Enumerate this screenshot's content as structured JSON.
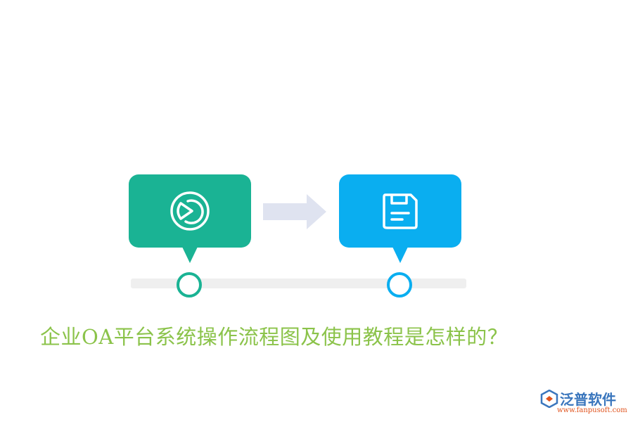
{
  "headline": "企业OA平台系统操作流程图及使用教程是怎样的？",
  "steps": [
    {
      "icon": "circular-logo-icon",
      "color": "#1ab394"
    },
    {
      "icon": "floppy-disk-save-icon",
      "color": "#0aaef0"
    }
  ],
  "connector": {
    "icon": "right-arrow-icon",
    "color": "#dfe3f0"
  },
  "timeline": {
    "track_color": "#efefef",
    "node_count": 2
  },
  "logo": {
    "name": "泛普软件",
    "url": "www.fanpusoft.com",
    "name_color": "#3a76bd",
    "url_color": "#e0531d"
  }
}
